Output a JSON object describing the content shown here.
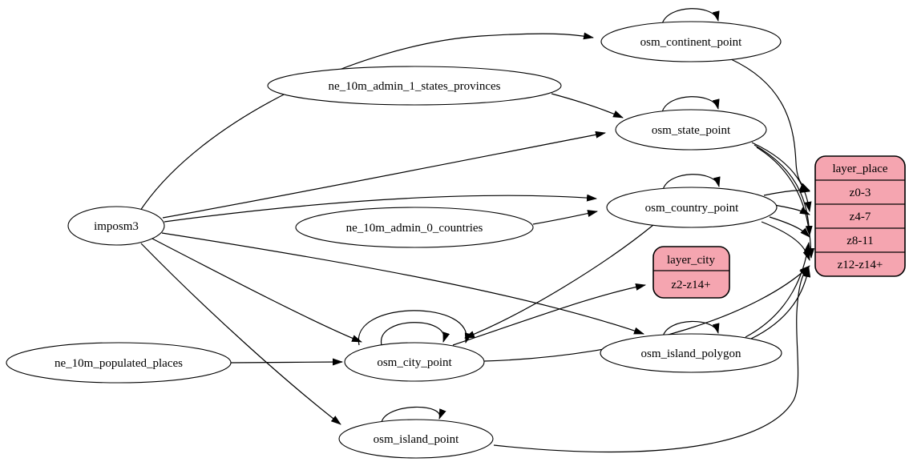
{
  "diagram": {
    "type": "graphviz-etl-graph",
    "colors": {
      "background": "#ffffff",
      "node_fill": "#ffffff",
      "record_fill": "#f5a5b0",
      "edge": "#000000"
    },
    "nodes": {
      "imposm3": {
        "label": "imposm3",
        "shape": "ellipse"
      },
      "ne_10m_admin_1_states_provinces": {
        "label": "ne_10m_admin_1_states_provinces",
        "shape": "ellipse"
      },
      "ne_10m_admin_0_countries": {
        "label": "ne_10m_admin_0_countries",
        "shape": "ellipse"
      },
      "ne_10m_populated_places": {
        "label": "ne_10m_populated_places",
        "shape": "ellipse"
      },
      "osm_continent_point": {
        "label": "osm_continent_point",
        "shape": "ellipse",
        "self_loop": true
      },
      "osm_state_point": {
        "label": "osm_state_point",
        "shape": "ellipse",
        "self_loop": true
      },
      "osm_country_point": {
        "label": "osm_country_point",
        "shape": "ellipse",
        "self_loop": true
      },
      "osm_city_point": {
        "label": "osm_city_point",
        "shape": "ellipse",
        "self_loops": 2
      },
      "osm_island_point": {
        "label": "osm_island_point",
        "shape": "ellipse",
        "self_loop": true
      },
      "osm_island_polygon": {
        "label": "osm_island_polygon",
        "shape": "ellipse",
        "self_loop": true
      }
    },
    "records": {
      "layer_place": {
        "title": "layer_place",
        "rows": [
          "z0-3",
          "z4-7",
          "z8-11",
          "z12-z14+"
        ]
      },
      "layer_city": {
        "title": "layer_city",
        "rows": [
          "z2-z14+"
        ]
      }
    },
    "edges": [
      {
        "from": "imposm3",
        "to": "osm_continent_point"
      },
      {
        "from": "imposm3",
        "to": "osm_state_point"
      },
      {
        "from": "imposm3",
        "to": "osm_country_point"
      },
      {
        "from": "imposm3",
        "to": "osm_city_point"
      },
      {
        "from": "imposm3",
        "to": "osm_island_point"
      },
      {
        "from": "imposm3",
        "to": "osm_island_polygon"
      },
      {
        "from": "ne_10m_admin_1_states_provinces",
        "to": "osm_state_point"
      },
      {
        "from": "ne_10m_admin_0_countries",
        "to": "osm_country_point"
      },
      {
        "from": "ne_10m_populated_places",
        "to": "osm_city_point"
      },
      {
        "from": "osm_continent_point",
        "to": "osm_continent_point"
      },
      {
        "from": "osm_state_point",
        "to": "osm_state_point"
      },
      {
        "from": "osm_country_point",
        "to": "osm_country_point"
      },
      {
        "from": "osm_city_point",
        "to": "osm_city_point"
      },
      {
        "from": "osm_city_point",
        "to": "osm_city_point"
      },
      {
        "from": "osm_island_point",
        "to": "osm_island_point"
      },
      {
        "from": "osm_island_polygon",
        "to": "osm_island_polygon"
      },
      {
        "from": "osm_country_point",
        "to": "osm_city_point"
      },
      {
        "from": "osm_continent_point",
        "to": "layer_place",
        "row": "z0-3"
      },
      {
        "from": "osm_country_point",
        "to": "layer_place",
        "row": "z0-3"
      },
      {
        "from": "osm_country_point",
        "to": "layer_place",
        "row": "z4-7"
      },
      {
        "from": "osm_country_point",
        "to": "layer_place",
        "row": "z8-11"
      },
      {
        "from": "osm_country_point",
        "to": "layer_place",
        "row": "z12-z14+"
      },
      {
        "from": "osm_state_point",
        "to": "layer_place",
        "row": "z4-7"
      },
      {
        "from": "osm_state_point",
        "to": "layer_place",
        "row": "z8-11"
      },
      {
        "from": "osm_state_point",
        "to": "layer_place",
        "row": "z12-z14+"
      },
      {
        "from": "osm_city_point",
        "to": "layer_place",
        "row": "z12-z14+"
      },
      {
        "from": "osm_city_point",
        "to": "layer_city",
        "row": "z2-z14+"
      },
      {
        "from": "osm_island_polygon",
        "to": "layer_place",
        "row": "z8-11"
      },
      {
        "from": "osm_island_polygon",
        "to": "layer_place",
        "row": "z12-z14+"
      },
      {
        "from": "osm_island_point",
        "to": "layer_place",
        "row": "z12-z14+"
      }
    ]
  }
}
